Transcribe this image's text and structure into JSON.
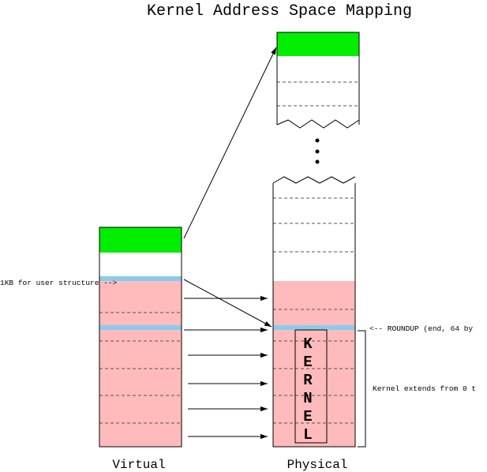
{
  "title": "Kernel Address Space Mapping",
  "labels": {
    "virtual": "Virtual",
    "physical": "Physical",
    "user_structure": "1KB for user structure -->",
    "roundup": "<-- ROUNDUP (end, 64 by",
    "kernel_extends": "Kernel extends from 0 t"
  },
  "kernel_letters": [
    "K",
    "E",
    "R",
    "N",
    "E",
    "L"
  ],
  "colors": {
    "green": "#00ee00",
    "pink": "#ffbbbb",
    "blue": "#88ccee",
    "white": "#ffffff"
  }
}
